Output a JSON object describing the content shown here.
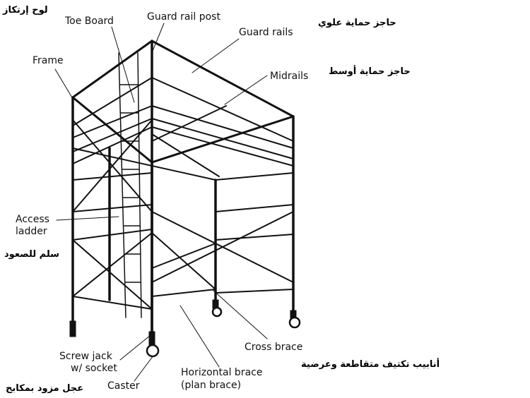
{
  "labels": {
    "toe_board": "Toe Board",
    "guard_rail_post": "Guard rail post",
    "guard_rails": "Guard rails",
    "frame": "Frame",
    "midrails": "Midrails",
    "access_ladder_1": "Access",
    "access_ladder_2": "ladder",
    "screw_jack_1": "Screw jack",
    "screw_jack_2": "w/ socket",
    "caster": "Caster",
    "horizontal_brace_1": "Horizontal brace",
    "horizontal_brace_2": "(plan brace)",
    "cross_brace": "Cross brace"
  },
  "arabic": {
    "toe_board": "لوح إرتكاز",
    "guard_rails": "حاجز حماية علوي",
    "midrails": "حاجز حماية أوسط",
    "access_ladder": "سلم للصعود",
    "braces": "أنابيب تكتيف متقاطعة وعرضية",
    "caster": "عجل مزود بمكابح"
  }
}
